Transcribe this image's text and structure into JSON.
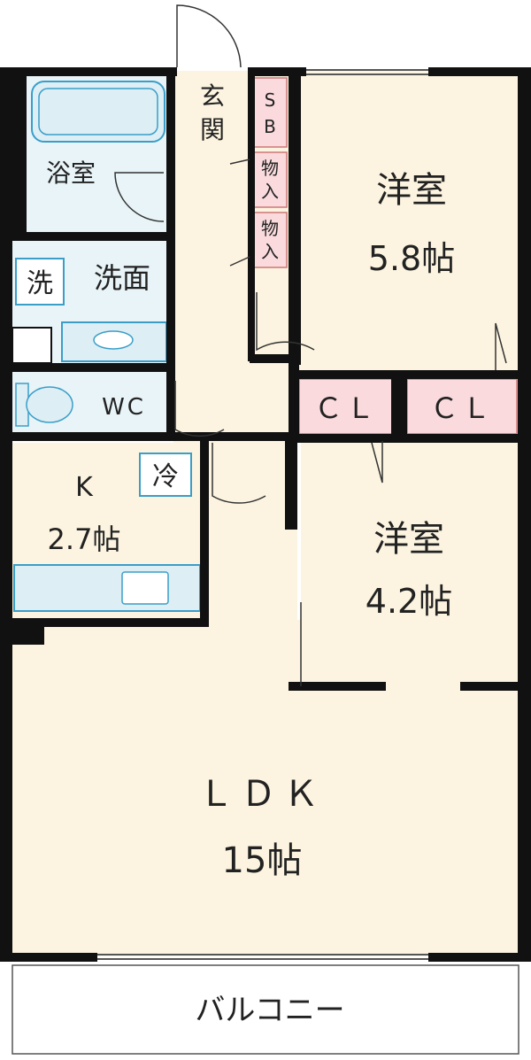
{
  "rooms": {
    "western_room_1": {
      "name": "洋室",
      "size": "5.8帖"
    },
    "western_room_2": {
      "name": "洋室",
      "size": "4.2帖"
    },
    "ldk": {
      "name": "ＬＤＫ",
      "size": "15帖"
    },
    "kitchen": {
      "name": "K",
      "size": "2.7帖"
    },
    "bathroom": {
      "name": "浴室"
    },
    "washroom": {
      "name": "洗面"
    },
    "toilet": {
      "name": "WC"
    },
    "entrance": {
      "name_line1": "玄",
      "name_line2": "関"
    },
    "balcony": {
      "name": "バルコニー"
    }
  },
  "storage": {
    "shoe_box_line1": "S",
    "shoe_box_line2": "B",
    "storage_1_line1": "物",
    "storage_1_line2": "入",
    "storage_2_line1": "物",
    "storage_2_line2": "入",
    "closet_1": "ＣＬ",
    "closet_2": "ＣＬ"
  },
  "fixtures": {
    "washer_space": "洗",
    "fridge_space": "冷"
  },
  "colors": {
    "room_fill": "#fcf4e0",
    "wet_area_fill": "#e8f4f8",
    "storage_fill": "#fadadd",
    "wall": "#111111",
    "fixture_outline": "#3a9ec8"
  }
}
